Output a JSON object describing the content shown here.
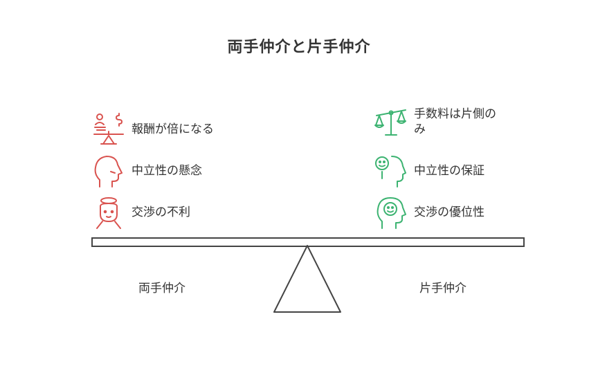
{
  "title": "両手仲介と片手仲介",
  "left": {
    "label": "両手仲介",
    "color": "#d9534f",
    "items": [
      {
        "text": "報酬が倍になる",
        "icon": "money-scale-icon"
      },
      {
        "text": "中立性の懸念",
        "icon": "head-profile-icon"
      },
      {
        "text": "交渉の不利",
        "icon": "halo-face-icon"
      }
    ]
  },
  "right": {
    "label": "片手仲介",
    "color": "#3cb371",
    "items": [
      {
        "text": "手数料は片側の\nみ",
        "icon": "balance-scale-icon"
      },
      {
        "text": "中立性の保証",
        "icon": "smiling-head-icon"
      },
      {
        "text": "交渉の優位性",
        "icon": "happy-face-head-icon"
      }
    ]
  }
}
